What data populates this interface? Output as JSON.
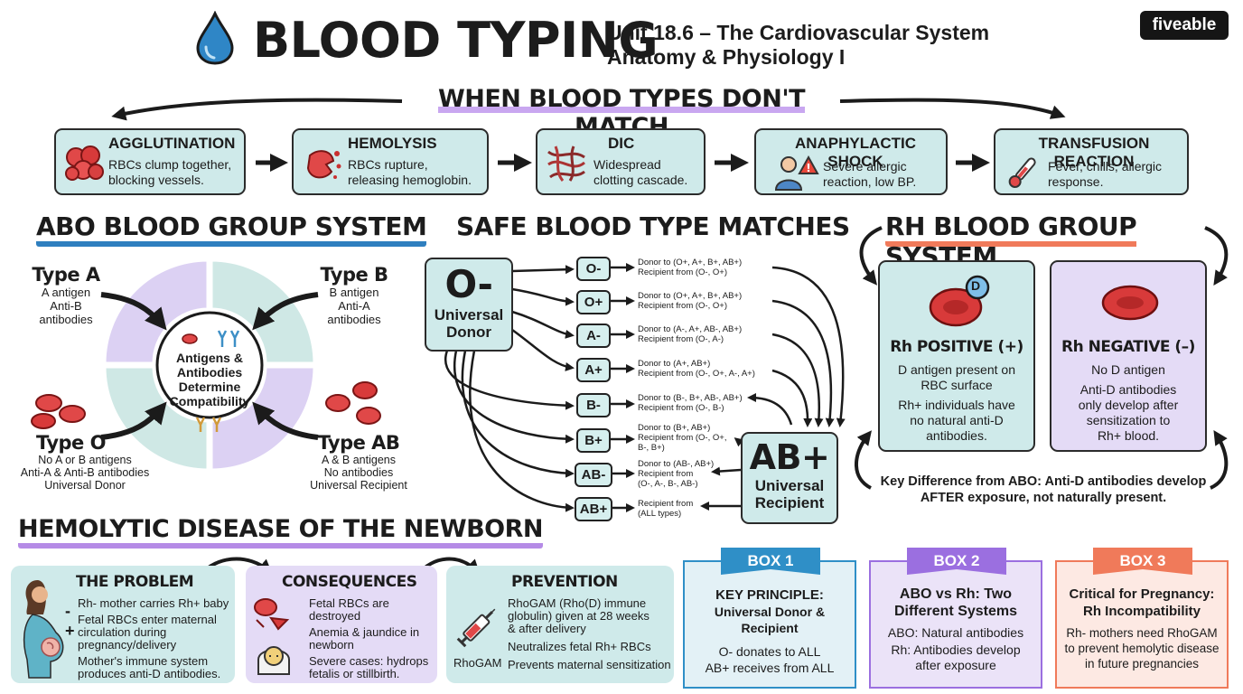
{
  "header": {
    "title": "BLOOD TYPING",
    "subtitle_line1": "Unit 18.6 – The Cardiovascular System",
    "subtitle_line2": "Anatomy & Physiology I",
    "brand": "fiveable"
  },
  "mismatch": {
    "title": "WHEN BLOOD TYPES DON'T MATCH",
    "items": [
      {
        "title": "AGGLUTINATION",
        "desc1": "RBCs clump together,",
        "desc2": "blocking vessels."
      },
      {
        "title": "HEMOLYSIS",
        "desc1": "RBCs rupture,",
        "desc2": "releasing hemoglobin."
      },
      {
        "title": "DIC",
        "desc1": "Widespread",
        "desc2": "clotting cascade."
      },
      {
        "title": "ANAPHYLACTIC SHOCK",
        "desc1": "Severe allergic",
        "desc2": "reaction, low BP."
      },
      {
        "title": "TRANSFUSION REACTION",
        "desc1": "Fever, chills, allergic",
        "desc2": "response."
      }
    ]
  },
  "abo": {
    "title": "ABO BLOOD GROUP SYSTEM",
    "center1": "Antigens &",
    "center2": "Antibodies",
    "center3": "Determine",
    "center4": "Compatibility",
    "typeA": {
      "name": "Type A",
      "l1": "A antigen",
      "l2": "Anti-B",
      "l3": "antibodies"
    },
    "typeB": {
      "name": "Type B",
      "l1": "B antigen",
      "l2": "Anti-A",
      "l3": "antibodies"
    },
    "typeO": {
      "name": "Type O",
      "l1": "No A or B antigens",
      "l2": "Anti-A & Anti-B antibodies",
      "l3": "Universal Donor"
    },
    "typeAB": {
      "name": "Type AB",
      "l1": "A & B antigens",
      "l2": "No antibodies",
      "l3": "Universal Recipient"
    }
  },
  "safe": {
    "title": "SAFE BLOOD TYPE MATCHES",
    "donor_type": "O-",
    "donor_label1": "Universal",
    "donor_label2": "Donor",
    "recipient_type": "AB+",
    "recipient_label1": "Universal",
    "recipient_label2": "Recipient",
    "rows": [
      {
        "type": "O-",
        "l1": "Donor to (O+, A+, B+, AB+)",
        "l2": "Recipient from (O-, O+)",
        "l3": ""
      },
      {
        "type": "O+",
        "l1": "Donor to (O+, A+, B+, AB+)",
        "l2": "Recipient from (O-, O+)",
        "l3": ""
      },
      {
        "type": "A-",
        "l1": "Donor to (A-, A+, AB-, AB+)",
        "l2": "Recipient from (O-, A-)",
        "l3": ""
      },
      {
        "type": "A+",
        "l1": "Donor to (A+, AB+)",
        "l2": "Recipient from (O-, O+, A-, A+)",
        "l3": ""
      },
      {
        "type": "B-",
        "l1": "Donor to (B-, B+, AB-, AB+)",
        "l2": "Recipient from (O-, B-)",
        "l3": ""
      },
      {
        "type": "B+",
        "l1": "Donor to (B+, AB+)",
        "l2": "Recipient from (O-, O+,",
        "l3": "B-, B+)"
      },
      {
        "type": "AB-",
        "l1": "Donor to (AB-, AB+)",
        "l2": "Recipient from",
        "l3": "(O-, A-, B-, AB-)"
      },
      {
        "type": "AB+",
        "l1": "Recipient from",
        "l2": "(ALL types)",
        "l3": ""
      }
    ]
  },
  "rh": {
    "title": "RH BLOOD GROUP SYSTEM",
    "antigen_letter": "D",
    "positive": {
      "title": "Rh POSITIVE (+)",
      "l1": "D antigen present on",
      "l2": "RBC surface",
      "l3": "Rh+ individuals have",
      "l4": "no natural anti-D",
      "l5": "antibodies."
    },
    "negative": {
      "title": "Rh NEGATIVE (–)",
      "l1": "No D antigen",
      "l2": "Anti-D antibodies",
      "l3": "only develop after",
      "l4": "sensitization to",
      "l5": "Rh+ blood."
    },
    "key1": "Key Difference from ABO: Anti-D antibodies develop",
    "key2": "AFTER exposure, not naturally present."
  },
  "hdn": {
    "title": "HEMOLYTIC DISEASE OF THE NEWBORN",
    "problem": {
      "title": "THE PROBLEM",
      "l1": "Rh- mother carries Rh+ baby",
      "l2": "Fetal RBCs enter maternal",
      "l3": "circulation during",
      "l4": "pregnancy/delivery",
      "l5": "Mother's immune system",
      "l6": "produces anti-D antibodies.",
      "minus": "-",
      "plus": "+"
    },
    "consequences": {
      "title": "CONSEQUENCES",
      "l1": "Fetal RBCs are",
      "l2": "destroyed",
      "l3": "Anemia & jaundice in",
      "l4": "newborn",
      "l5": "Severe cases: hydrops",
      "l6": "fetalis or stillbirth."
    },
    "prevention": {
      "title": "PREVENTION",
      "l1": "RhoGAM (Rho(D) immune",
      "l2": "globulin) given at 28 weeks",
      "l3": "& after delivery",
      "l4": "Neutralizes fetal Rh+ RBCs",
      "l5": "Prevents maternal sensitization",
      "drug": "RhoGAM"
    }
  },
  "boxes": [
    {
      "tag": "BOX 1",
      "l1": "KEY PRINCIPLE:",
      "l2": "Universal Donor & Recipient",
      "l3": "O- donates to ALL",
      "l4": "AB+ receives from ALL",
      "color": "#2f8fc7"
    },
    {
      "tag": "BOX 2",
      "l1": "ABO vs Rh: Two",
      "l2": "Different Systems",
      "l3": "ABO: Natural antibodies",
      "l4": "Rh: Antibodies develop",
      "l5": "after exposure",
      "color": "#9b6fe0"
    },
    {
      "tag": "BOX 3",
      "l1": "Critical for Pregnancy:",
      "l2": "Rh Incompatibility",
      "l3": "Rh- mothers need RhoGAM",
      "l4": "to prevent hemolytic disease",
      "l5": "in future pregnancies",
      "color": "#f07a5a"
    }
  ]
}
